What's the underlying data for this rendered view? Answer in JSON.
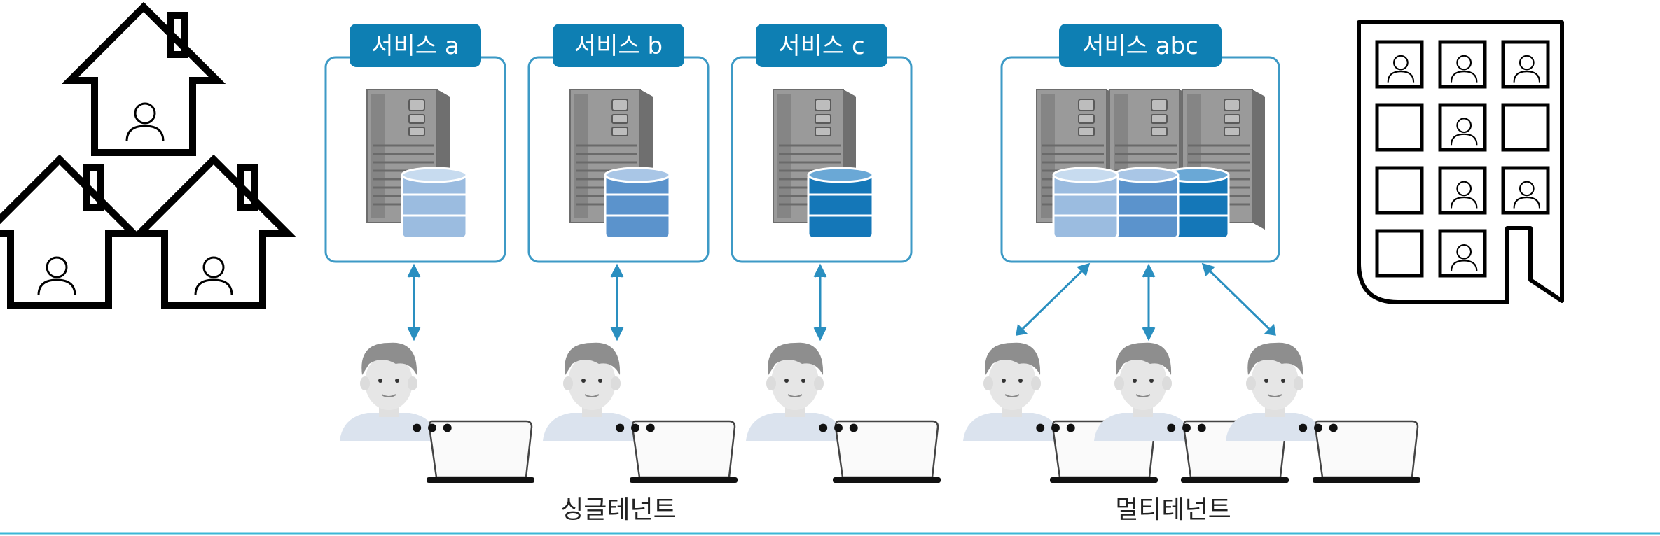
{
  "colors": {
    "accent": "#0e7fb3",
    "box_border": "#3d9ac6",
    "db_light": "#9bbce0",
    "db_mid": "#5b93cc",
    "db_dark": "#1477b8",
    "arrow": "#2a8fc0",
    "outline": "#000000"
  },
  "icons": {
    "house": "house-icon",
    "apartment": "apartment-building-icon",
    "server": "server-tower-icon",
    "database": "database-icon",
    "user": "user-with-laptop-icon"
  },
  "services": {
    "a": {
      "label": "서비스 a"
    },
    "b": {
      "label": "서비스 b"
    },
    "c": {
      "label": "서비스 c"
    },
    "abc": {
      "label": "서비스 abc"
    }
  },
  "laptop_screen_text": "•••",
  "captions": {
    "single": "싱글테넌트",
    "multi": "멀티테넌트"
  }
}
